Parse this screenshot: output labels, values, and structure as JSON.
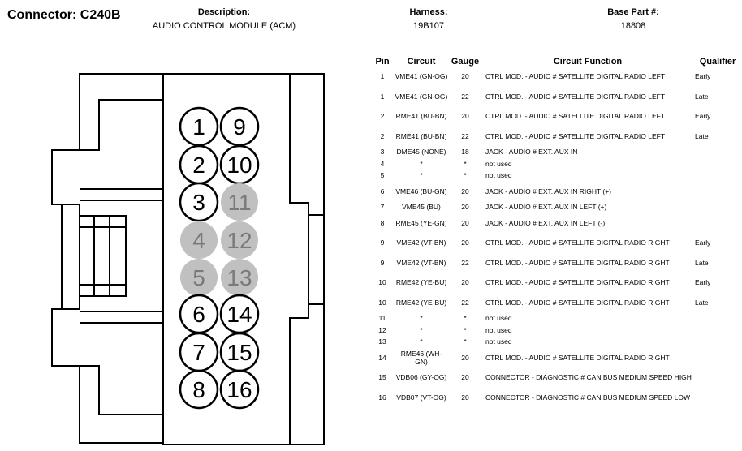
{
  "header": {
    "connector": "Connector: C240B",
    "description_label": "Description:",
    "description": "AUDIO CONTROL MODULE (ACM)",
    "harness_label": "Harness:",
    "harness": "19B107",
    "base_part_label": "Base Part #:",
    "base_part": "18808"
  },
  "connector": {
    "cavities": [
      {
        "num": "1",
        "used": true
      },
      {
        "num": "2",
        "used": true
      },
      {
        "num": "3",
        "used": true
      },
      {
        "num": "4",
        "used": false
      },
      {
        "num": "5",
        "used": false
      },
      {
        "num": "6",
        "used": true
      },
      {
        "num": "7",
        "used": true
      },
      {
        "num": "8",
        "used": true
      },
      {
        "num": "9",
        "used": true
      },
      {
        "num": "10",
        "used": true
      },
      {
        "num": "11",
        "used": false
      },
      {
        "num": "12",
        "used": false
      },
      {
        "num": "13",
        "used": false
      },
      {
        "num": "14",
        "used": true
      },
      {
        "num": "15",
        "used": true
      },
      {
        "num": "16",
        "used": true
      }
    ],
    "unused_color": "#c0c0c0",
    "unused_text_color": "#7a7a7a"
  },
  "table": {
    "headers": [
      "Pin",
      "Circuit",
      "Gauge",
      "Circuit Function",
      "Qualifier"
    ],
    "rows": [
      {
        "pin": "1",
        "circuit": "VME41 (GN-OG)",
        "gauge": "20",
        "function": "CTRL MOD. - AUDIO # SATELLITE DIGITAL RADIO LEFT",
        "qualifier": "Early"
      },
      {
        "pin": "1",
        "circuit": "VME41 (GN-OG)",
        "gauge": "22",
        "function": "CTRL MOD. - AUDIO # SATELLITE DIGITAL RADIO LEFT",
        "qualifier": "Late"
      },
      {
        "pin": "2",
        "circuit": "RME41 (BU-BN)",
        "gauge": "20",
        "function": "CTRL MOD. - AUDIO # SATELLITE DIGITAL RADIO LEFT",
        "qualifier": "Early"
      },
      {
        "pin": "2",
        "circuit": "RME41 (BU-BN)",
        "gauge": "22",
        "function": "CTRL MOD. - AUDIO # SATELLITE DIGITAL RADIO LEFT",
        "qualifier": "Late"
      },
      {
        "pin": "3",
        "circuit": "DME45 (NONE)",
        "gauge": "18",
        "function": "JACK - AUDIO # EXT. AUX IN",
        "qualifier": ""
      },
      {
        "pin": "4",
        "circuit": "*",
        "gauge": "*",
        "function": "not used",
        "qualifier": ""
      },
      {
        "pin": "5",
        "circuit": "*",
        "gauge": "*",
        "function": "not used",
        "qualifier": ""
      },
      {
        "pin": "6",
        "circuit": "VME46 (BU-GN)",
        "gauge": "20",
        "function": "JACK - AUDIO # EXT. AUX IN RIGHT (+)",
        "qualifier": ""
      },
      {
        "pin": "7",
        "circuit": "VME45 (BU)",
        "gauge": "20",
        "function": "JACK - AUDIO # EXT. AUX IN LEFT (+)",
        "qualifier": ""
      },
      {
        "pin": "8",
        "circuit": "RME45 (YE-GN)",
        "gauge": "20",
        "function": "JACK - AUDIO # EXT. AUX IN LEFT (-)",
        "qualifier": ""
      },
      {
        "pin": "9",
        "circuit": "VME42 (VT-BN)",
        "gauge": "20",
        "function": "CTRL MOD. - AUDIO # SATELLITE DIGITAL RADIO RIGHT",
        "qualifier": "Early"
      },
      {
        "pin": "9",
        "circuit": "VME42 (VT-BN)",
        "gauge": "22",
        "function": "CTRL MOD. - AUDIO # SATELLITE DIGITAL RADIO RIGHT",
        "qualifier": "Late"
      },
      {
        "pin": "10",
        "circuit": "RME42 (YE-BU)",
        "gauge": "20",
        "function": "CTRL MOD. - AUDIO # SATELLITE DIGITAL RADIO RIGHT",
        "qualifier": "Early"
      },
      {
        "pin": "10",
        "circuit": "RME42 (YE-BU)",
        "gauge": "22",
        "function": "CTRL MOD. - AUDIO # SATELLITE DIGITAL RADIO RIGHT",
        "qualifier": "Late"
      },
      {
        "pin": "11",
        "circuit": "*",
        "gauge": "*",
        "function": "not used",
        "qualifier": ""
      },
      {
        "pin": "12",
        "circuit": "*",
        "gauge": "*",
        "function": "not used",
        "qualifier": ""
      },
      {
        "pin": "13",
        "circuit": "*",
        "gauge": "*",
        "function": "not used",
        "qualifier": ""
      },
      {
        "pin": "14",
        "circuit": "RME46 (WH-GN)",
        "gauge": "20",
        "function": "CTRL MOD. - AUDIO # SATELLITE DIGITAL RADIO RIGHT",
        "qualifier": ""
      },
      {
        "pin": "15",
        "circuit": "VDB06 (GY-OG)",
        "gauge": "20",
        "function": "CONNECTOR - DIAGNOSTIC # CAN BUS MEDIUM SPEED HIGH",
        "qualifier": ""
      },
      {
        "pin": "16",
        "circuit": "VDB07 (VT-OG)",
        "gauge": "20",
        "function": "CONNECTOR - DIAGNOSTIC # CAN BUS MEDIUM SPEED LOW",
        "qualifier": ""
      }
    ]
  }
}
